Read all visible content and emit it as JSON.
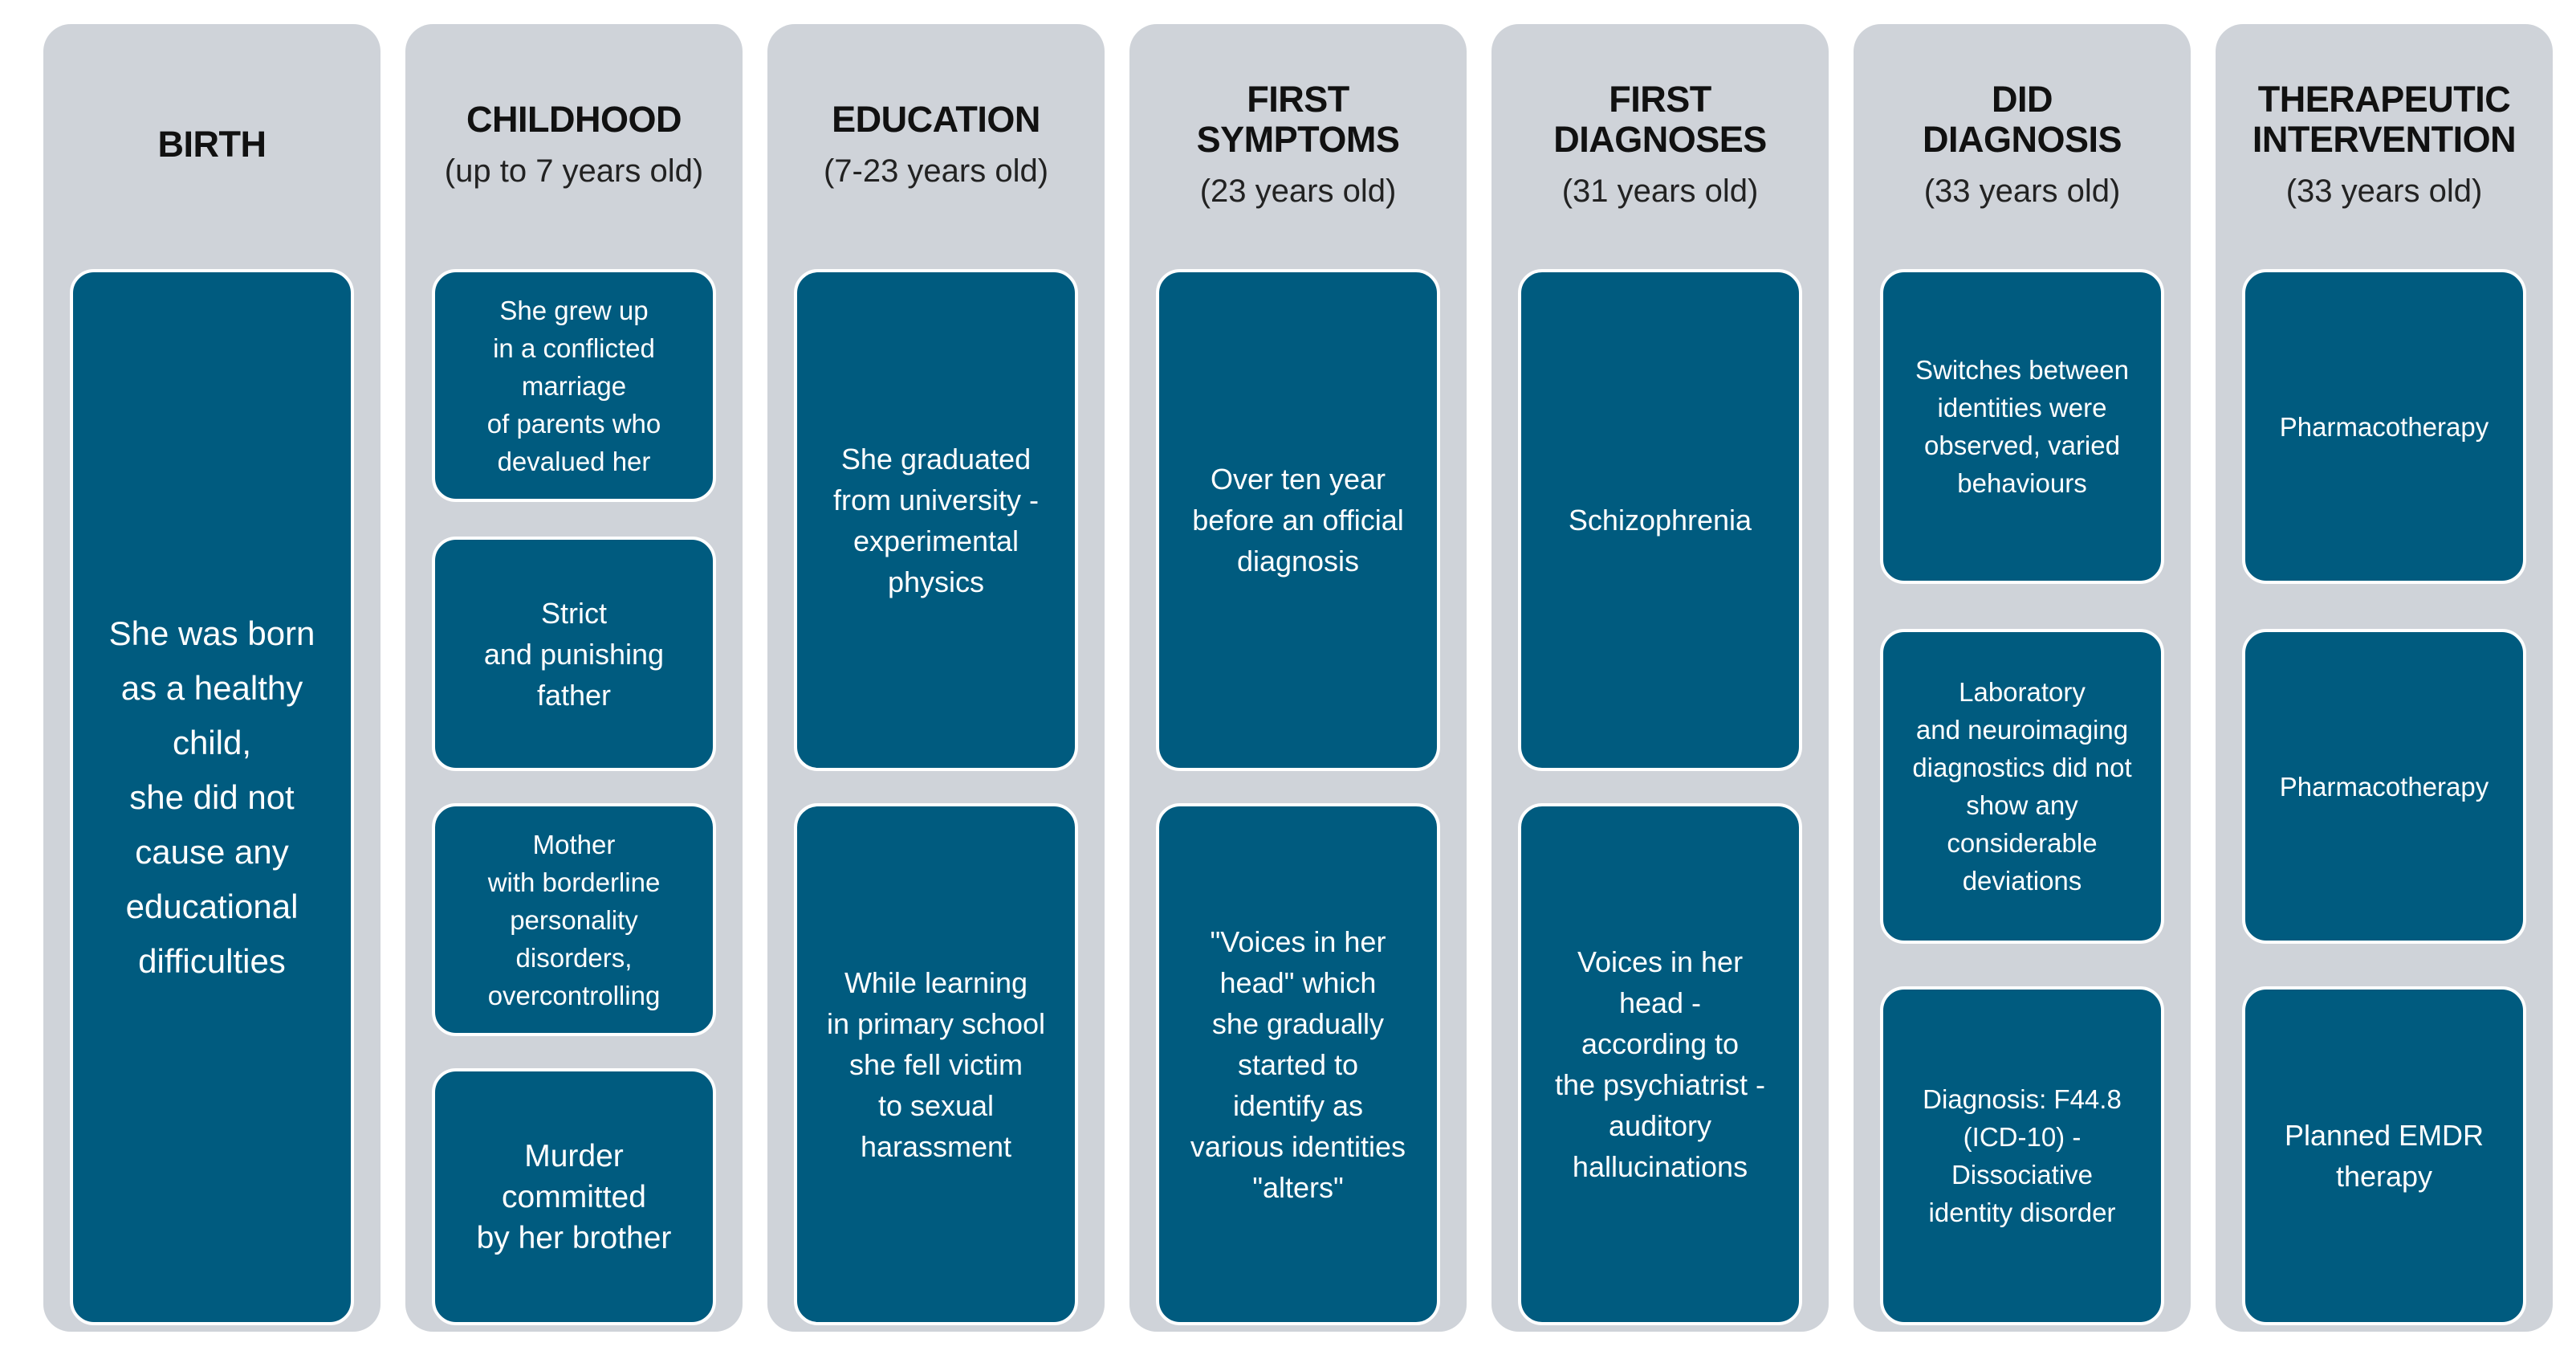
{
  "columns": [
    {
      "title": "BIRTH",
      "subtitle": "",
      "boxes": [
        "She was born\nas a healthy\nchild,\nshe did not\ncause any\neducational\ndifficulties"
      ]
    },
    {
      "title": "CHILDHOOD",
      "subtitle": "(up to 7 years old)",
      "boxes": [
        "She grew up\nin a conflicted\nmarriage\nof parents who\ndevalued her",
        "Strict\nand punishing\nfather",
        "Mother\nwith borderline\npersonality\ndisorders,\novercontrolling",
        "Murder\ncommitted\nby her brother"
      ]
    },
    {
      "title": "EDUCATION",
      "subtitle": "(7-23 years old)",
      "boxes": [
        "She graduated\nfrom university -\nexperimental\nphysics",
        "While learning\nin primary school\nshe fell victim\nto sexual\nharassment"
      ]
    },
    {
      "title": "FIRST\nSYMPTOMS",
      "subtitle": "(23 years old)",
      "boxes": [
        "Over ten year\nbefore an official\ndiagnosis",
        "\"Voices in her\nhead\" which\nshe gradually\nstarted to\nidentify as\nvarious identities\n\"alters\""
      ]
    },
    {
      "title": "FIRST\nDIAGNOSES",
      "subtitle": "(31 years old)",
      "boxes": [
        "Schizophrenia",
        "Voices in her\nhead -\naccording to\nthe psychiatrist -\nauditory\nhallucinations"
      ]
    },
    {
      "title": "DID\nDIAGNOSIS",
      "subtitle": "(33 years old)",
      "boxes": [
        "Switches between\nidentities were\nobserved, varied\nbehaviours",
        "Laboratory\nand neuroimaging\ndiagnostics did not\nshow any\nconsiderable\ndeviations",
        "Diagnosis: F44.8\n(ICD-10) -\nDissociative\nidentity disorder"
      ]
    },
    {
      "title": "THERAPEUTIC\nINTERVENTION",
      "subtitle": "(33 years old)",
      "boxes": [
        "Pharmacotherapy",
        "Pharmacotherapy",
        "Planned EMDR\ntherapy"
      ]
    }
  ]
}
